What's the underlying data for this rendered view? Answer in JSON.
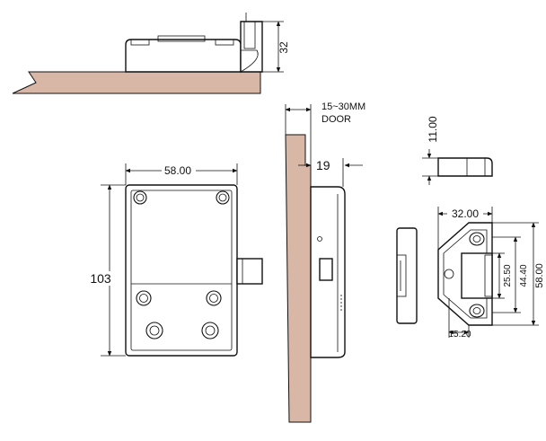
{
  "dimensions": {
    "top_height": "32",
    "door_range": "15~30MM",
    "door_label": "DOOR",
    "offset": "19",
    "lock_width": "58.00",
    "lock_height": "103",
    "strike_thickness": "11.00",
    "strike_width": "32.00",
    "strike_inner": "25.50",
    "strike_mid": "44.40",
    "strike_height": "58.00",
    "strike_base": "15.20"
  },
  "colors": {
    "wood_fill": "#d9b7a6",
    "wood_hatch": "#a8705a",
    "line": "#111111"
  }
}
